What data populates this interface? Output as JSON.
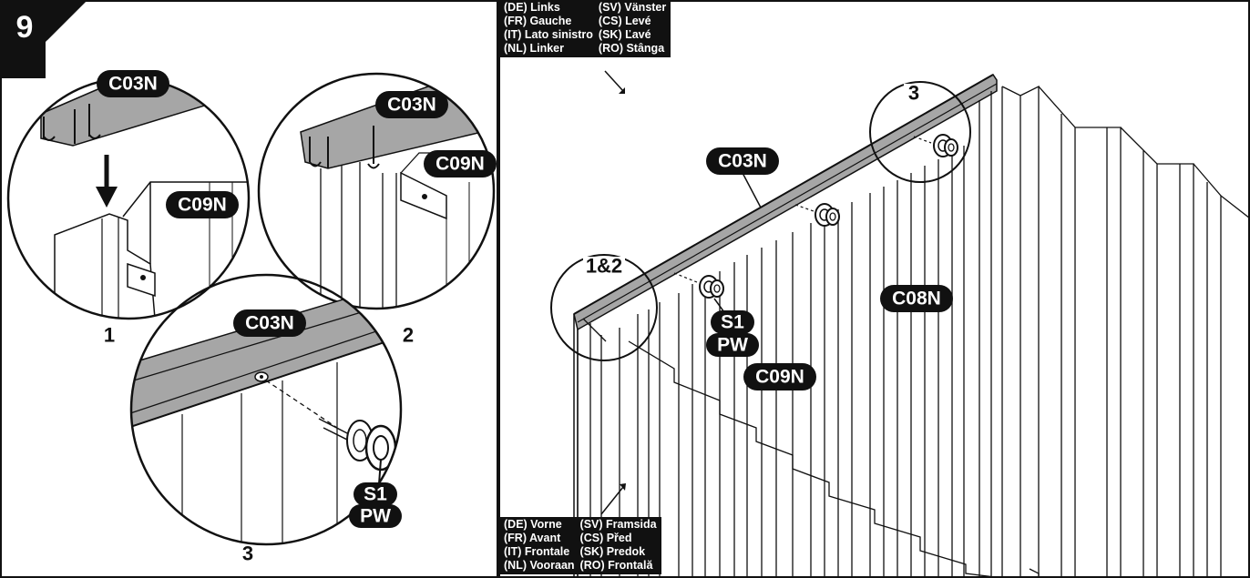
{
  "step_number": "9",
  "panel_labels": {
    "detail_1": "1",
    "detail_2": "2",
    "detail_3": "3",
    "main_callout_1_2": "1&2",
    "main_callout_3": "3"
  },
  "part_labels": {
    "c03n": "C03N",
    "c09n": "C09N",
    "c08n": "C08N",
    "s1": "S1",
    "pw": "PW"
  },
  "left_legend": {
    "rows": [
      [
        "(DE) Links",
        "(SV) Vänster"
      ],
      [
        "(FR) Gauche",
        "(CS) Levé"
      ],
      [
        "(IT) Lato sinistro",
        "(SK) Ľavé"
      ],
      [
        "(NL) Linker",
        "(RO) Stânga"
      ]
    ]
  },
  "front_legend": {
    "rows": [
      [
        "(DE) Vorne",
        "(SV) Framsida"
      ],
      [
        "(FR) Avant",
        "(CS) Před"
      ],
      [
        "(IT) Frontale",
        "(SK) Predok"
      ],
      [
        "(NL) Vooraan",
        "(RO) Frontală"
      ]
    ]
  },
  "colors": {
    "ink": "#111111",
    "steel": "#a6a6a6",
    "steel_light": "#d0d0d0",
    "background": "#ffffff"
  }
}
